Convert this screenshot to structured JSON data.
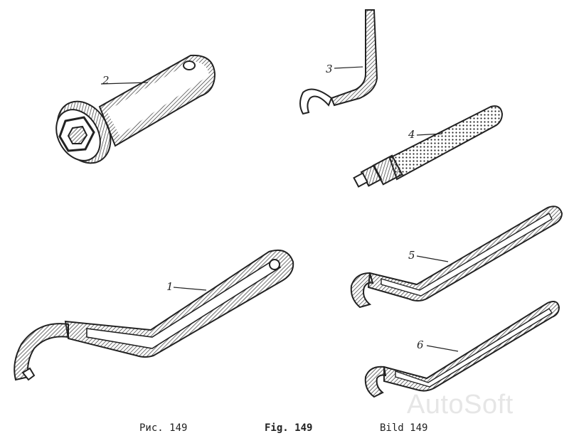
{
  "labels": {
    "tool1": "1",
    "tool2": "2",
    "tool3": "3",
    "tool4": "4",
    "tool5": "5",
    "tool6": "6"
  },
  "captions": {
    "ru": "Рис. 149",
    "en": "Fig. 149",
    "de": "Bild 149"
  },
  "watermark": "AutoSoft"
}
